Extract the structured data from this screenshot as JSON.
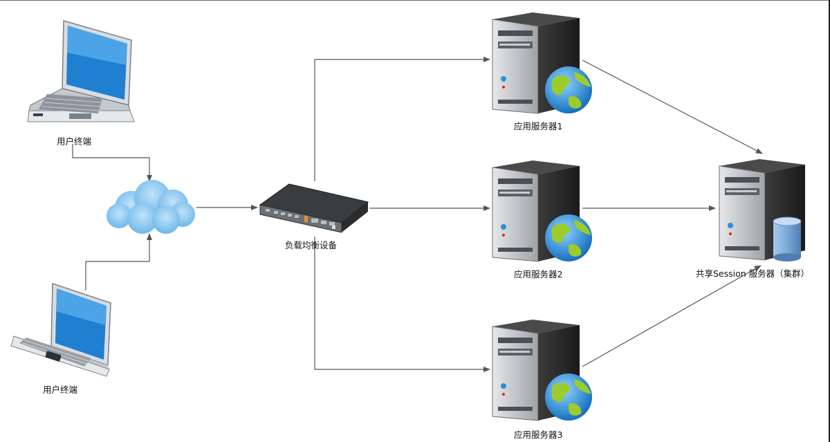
{
  "nodes": {
    "client_top": {
      "label": "用户终端",
      "icon": "laptop-icon"
    },
    "client_bottom": {
      "label": "用户终端",
      "icon": "laptop-icon"
    },
    "internet": {
      "icon": "cloud-icon"
    },
    "load_balancer": {
      "label": "负载均衡设备",
      "icon": "switch-device-icon"
    },
    "app_server_1": {
      "label": "应用服务器1",
      "icon": "web-server-icon"
    },
    "app_server_2": {
      "label": "应用服务器2",
      "icon": "web-server-icon"
    },
    "app_server_3": {
      "label": "应用服务器3",
      "icon": "web-server-icon"
    },
    "session_server": {
      "label": "共享Session 服务器（集群）",
      "icon": "database-server-icon"
    }
  },
  "colors": {
    "connector": "#555555",
    "cloud": "#8cc8ec",
    "server_body": "#2a2a2a",
    "globe_sea": "#2a8fd6",
    "globe_land": "#9ccc2c",
    "database": "#7aaad8"
  }
}
